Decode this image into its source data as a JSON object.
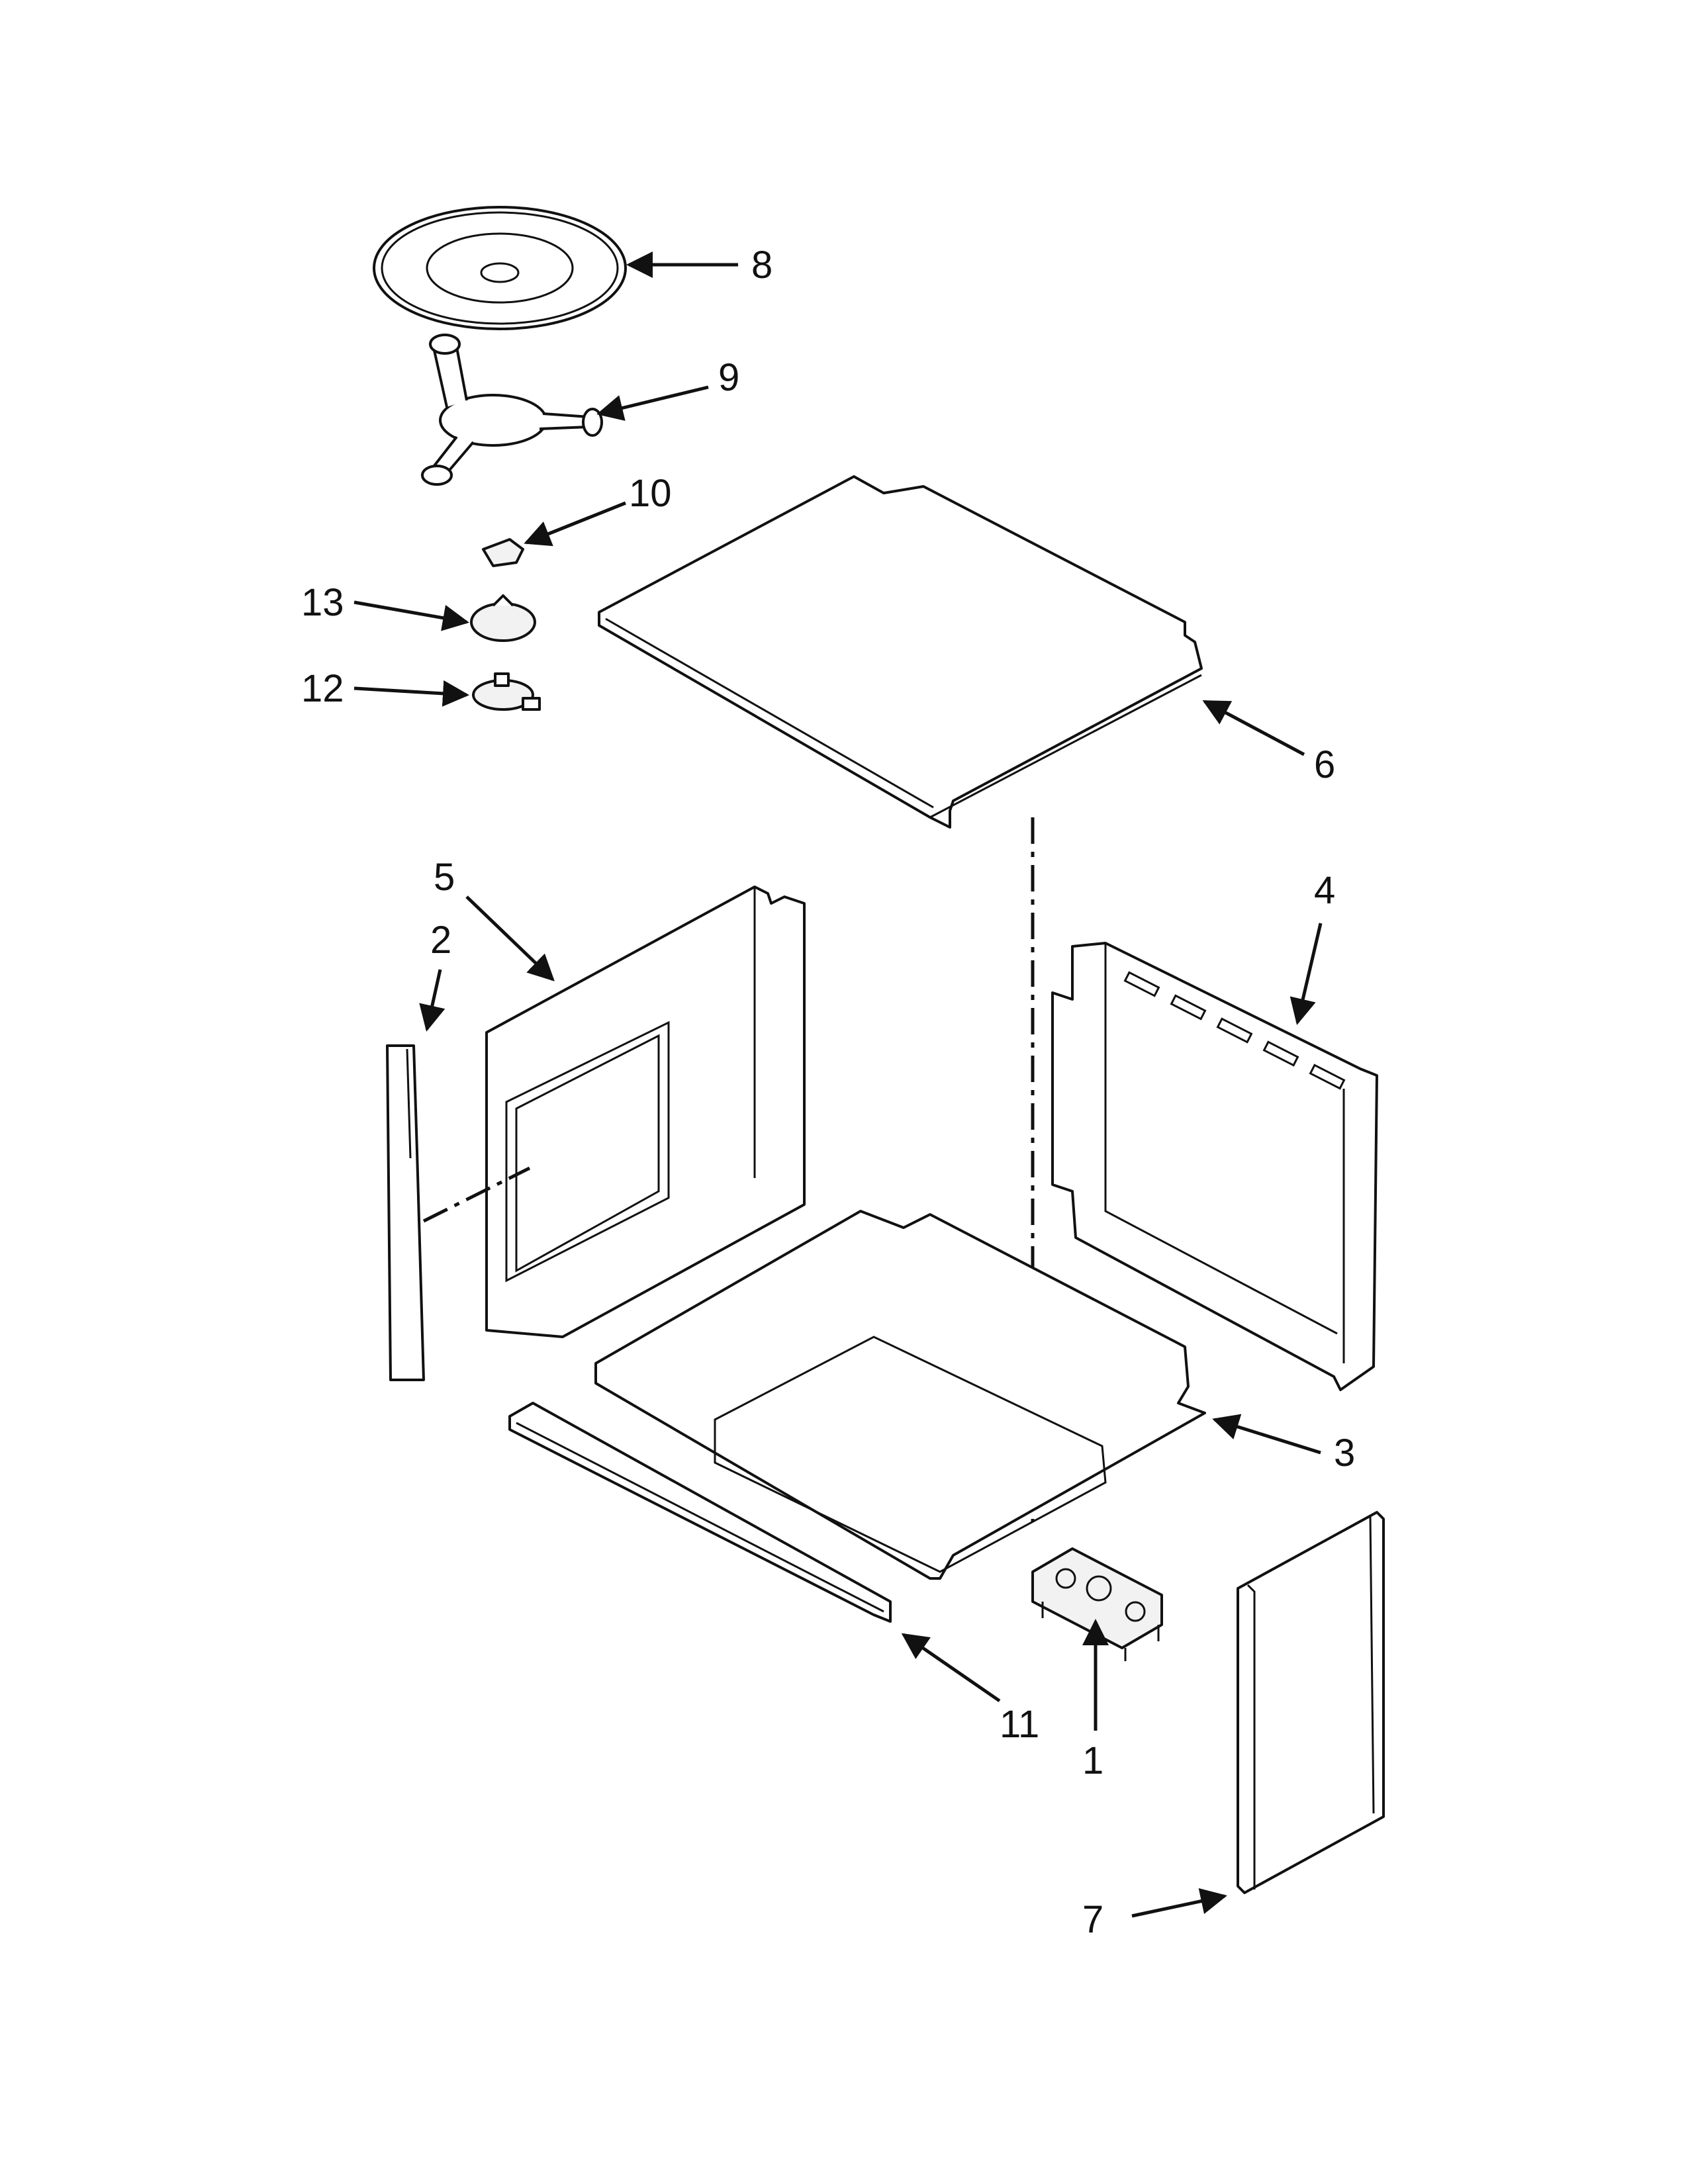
{
  "callouts": [
    {
      "id": "8",
      "text": "8"
    },
    {
      "id": "9",
      "text": "9"
    },
    {
      "id": "10",
      "text": "10"
    },
    {
      "id": "13",
      "text": "13"
    },
    {
      "id": "12",
      "text": "12"
    },
    {
      "id": "6",
      "text": "6"
    },
    {
      "id": "5",
      "text": "5"
    },
    {
      "id": "2",
      "text": "2"
    },
    {
      "id": "4",
      "text": "4"
    },
    {
      "id": "3",
      "text": "3"
    },
    {
      "id": "11",
      "text": "11"
    },
    {
      "id": "1",
      "text": "1"
    },
    {
      "id": "7",
      "text": "7"
    }
  ],
  "colors": {
    "line": "#111111",
    "background": "#ffffff",
    "shade": "#f2f2f2"
  }
}
